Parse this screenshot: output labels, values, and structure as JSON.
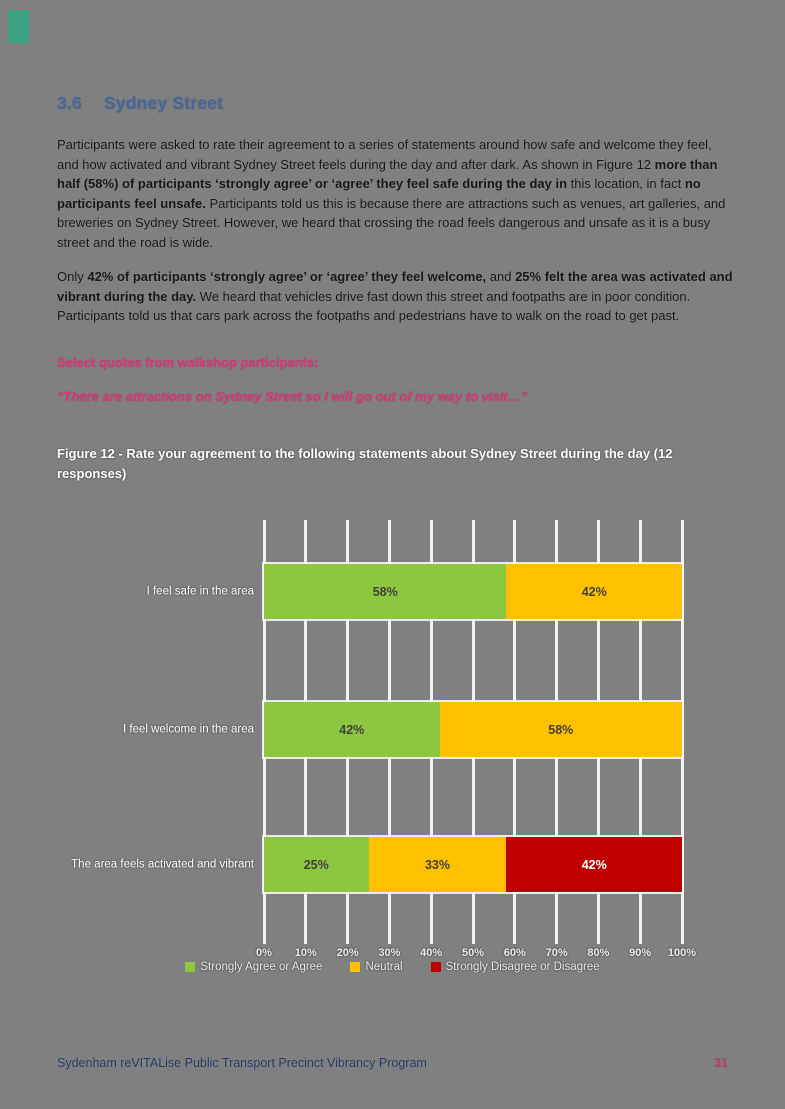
{
  "page": {
    "background_color": "#808080",
    "corner_marker_color": "#3aa183"
  },
  "heading": {
    "number": "3.6",
    "title": "Sydney Street",
    "color": "#46689b"
  },
  "paragraphs": [
    {
      "runs": [
        {
          "t": "Participants were asked to rate their agreement to a series of statements around how safe and welcome they feel, and how activated and vibrant Sydney Street feels during the day and after dark. As shown in Figure 12 ",
          "b": false
        },
        {
          "t": "more than half (58%) of participants ‘strongly agree’ or ‘agree’ they feel safe during the day in",
          "b": true
        },
        {
          "t": " this location, in fact ",
          "b": false
        },
        {
          "t": "no participants feel unsafe.",
          "b": true
        },
        {
          "t": " Participants told us this is because there are attractions such as venues, art galleries, and breweries on Sydney Street. However, we heard that crossing the road feels dangerous and unsafe as it is a busy street and the road is wide.",
          "b": false
        }
      ]
    },
    {
      "runs": [
        {
          "t": "Only ",
          "b": false
        },
        {
          "t": "42% of participants ‘strongly agree’ or ‘agree’ they feel welcome,",
          "b": true
        },
        {
          "t": " and ",
          "b": false
        },
        {
          "t": "25% felt the area was activated and vibrant during the day.",
          "b": true
        },
        {
          "t": " We heard that vehicles drive fast down this street and footpaths are in poor condition. Participants told us that cars park across the footpaths and pedestrians have to walk on the road to get past.",
          "b": false
        }
      ]
    }
  ],
  "quotes": {
    "label": "Select quotes from walkshop participants:",
    "quote": "“There are attractions on Sydney Street so I will go out of my way to visit…”",
    "color": "#de3677"
  },
  "figure": {
    "caption": "Figure 12 - Rate your agreement to the following statements about Sydney Street during the day (12 responses)"
  },
  "chart_data": {
    "type": "bar",
    "orientation": "horizontal",
    "stacked": true,
    "categories": [
      "I feel safe in the area",
      "I feel welcome in the area",
      "The area feels activated and vibrant"
    ],
    "series": [
      {
        "name": "Strongly Agree or Agree",
        "color": "#8dc63f",
        "label_color": "#3f3f3f",
        "values": [
          58,
          42,
          25
        ]
      },
      {
        "name": "Neutral",
        "color": "#ffc000",
        "label_color": "#3f3f3f",
        "values": [
          42,
          58,
          33
        ]
      },
      {
        "name": "Strongly Disagree or Disagree",
        "color": "#c00000",
        "label_color": "#ffffff",
        "values": [
          0,
          0,
          42
        ]
      }
    ],
    "x_ticks": [
      "0%",
      "10%",
      "20%",
      "30%",
      "40%",
      "50%",
      "60%",
      "70%",
      "80%",
      "90%",
      "100%"
    ],
    "xlim": [
      0,
      100
    ],
    "data_labels": [
      "58%",
      "42%",
      "42%",
      "58%",
      "25%",
      "33%",
      "42%"
    ],
    "grid": true,
    "legend_position": "bottom"
  },
  "footer": {
    "text": "Sydenham reVITALise Public Transport Precinct Vibrancy Program",
    "page_number": "31"
  }
}
